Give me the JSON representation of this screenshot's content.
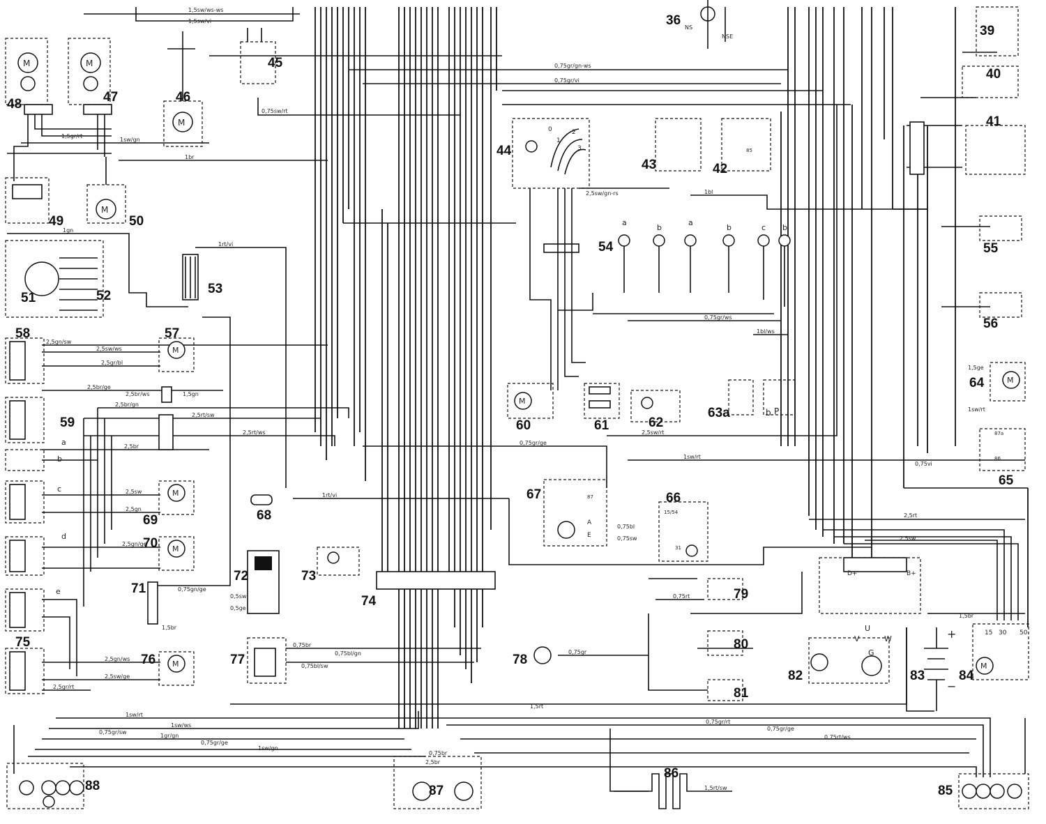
{
  "components": [
    {
      "id": "c36",
      "label": "36"
    },
    {
      "id": "c39",
      "label": "39"
    },
    {
      "id": "c40",
      "label": "40"
    },
    {
      "id": "c41",
      "label": "41"
    },
    {
      "id": "c42",
      "label": "42"
    },
    {
      "id": "c43",
      "label": "43"
    },
    {
      "id": "c44",
      "label": "44"
    },
    {
      "id": "c45",
      "label": "45"
    },
    {
      "id": "c46",
      "label": "46"
    },
    {
      "id": "c47",
      "label": "47"
    },
    {
      "id": "c48",
      "label": "48"
    },
    {
      "id": "c49",
      "label": "49"
    },
    {
      "id": "c50",
      "label": "50"
    },
    {
      "id": "c51",
      "label": "51"
    },
    {
      "id": "c52",
      "label": "52"
    },
    {
      "id": "c53",
      "label": "53"
    },
    {
      "id": "c54",
      "label": "54"
    },
    {
      "id": "c55",
      "label": "55"
    },
    {
      "id": "c56",
      "label": "56"
    },
    {
      "id": "c57",
      "label": "57"
    },
    {
      "id": "c58",
      "label": "58"
    },
    {
      "id": "c59",
      "label": "59"
    },
    {
      "id": "c60",
      "label": "60"
    },
    {
      "id": "c61",
      "label": "61"
    },
    {
      "id": "c62",
      "label": "62"
    },
    {
      "id": "c63a",
      "label": "63a"
    },
    {
      "id": "c64",
      "label": "64"
    },
    {
      "id": "c65",
      "label": "65"
    },
    {
      "id": "c66",
      "label": "66"
    },
    {
      "id": "c67",
      "label": "67"
    },
    {
      "id": "c68",
      "label": "68"
    },
    {
      "id": "c69",
      "label": "69"
    },
    {
      "id": "c70",
      "label": "70"
    },
    {
      "id": "c71",
      "label": "71"
    },
    {
      "id": "c72",
      "label": "72"
    },
    {
      "id": "c73",
      "label": "73"
    },
    {
      "id": "c74",
      "label": "74"
    },
    {
      "id": "c75",
      "label": "75"
    },
    {
      "id": "c76",
      "label": "76"
    },
    {
      "id": "c77",
      "label": "77"
    },
    {
      "id": "c78",
      "label": "78"
    },
    {
      "id": "c79",
      "label": "79"
    },
    {
      "id": "c80",
      "label": "80"
    },
    {
      "id": "c81",
      "label": "81"
    },
    {
      "id": "c82",
      "label": "82"
    },
    {
      "id": "c83",
      "label": "83"
    },
    {
      "id": "c84",
      "label": "84"
    },
    {
      "id": "c85",
      "label": "85"
    },
    {
      "id": "c86",
      "label": "86"
    },
    {
      "id": "c87",
      "label": "87"
    },
    {
      "id": "c88",
      "label": "88"
    }
  ],
  "wire_labels": [
    {
      "id": "w01",
      "text": "1,5sw/ws-ws"
    },
    {
      "id": "w02",
      "text": "1,5sw/vi"
    },
    {
      "id": "w03",
      "text": "0,75gr/gn-ws"
    },
    {
      "id": "w04",
      "text": "0,75gr/vi"
    },
    {
      "id": "w05",
      "text": "0,75sw/rt"
    },
    {
      "id": "w06",
      "text": "1sw/gn"
    },
    {
      "id": "w07",
      "text": "1,5gr/rt"
    },
    {
      "id": "w08",
      "text": "1br"
    },
    {
      "id": "w09",
      "text": "1gn"
    },
    {
      "id": "w10",
      "text": "1rt/vi"
    },
    {
      "id": "w11",
      "text": "2,5gn/sw"
    },
    {
      "id": "w12",
      "text": "2,5sw/ws"
    },
    {
      "id": "w13",
      "text": "2,5gr/bl"
    },
    {
      "id": "w14",
      "text": "2,5br/ge"
    },
    {
      "id": "w15",
      "text": "2,5br/ws"
    },
    {
      "id": "w16",
      "text": "1,5gn"
    },
    {
      "id": "w17",
      "text": "2,5br/gn"
    },
    {
      "id": "w18",
      "text": "2,5rt/sw"
    },
    {
      "id": "w19",
      "text": "2,5rt/ws"
    },
    {
      "id": "w20",
      "text": "2,5br"
    },
    {
      "id": "w21",
      "text": "2,5sw"
    },
    {
      "id": "w22",
      "text": "2,5gn"
    },
    {
      "id": "w23",
      "text": "2,5gn/ge"
    },
    {
      "id": "w24",
      "text": "1rt/vi"
    },
    {
      "id": "w25",
      "text": "0,75gn/ge"
    },
    {
      "id": "w26",
      "text": "0,5sw"
    },
    {
      "id": "w27",
      "text": "0,5ge"
    },
    {
      "id": "w28",
      "text": "1,5br"
    },
    {
      "id": "w29",
      "text": "2,5gn/ws"
    },
    {
      "id": "w30",
      "text": "2,5sw/ge"
    },
    {
      "id": "w31",
      "text": "2,5gr/rt"
    },
    {
      "id": "w32",
      "text": "0,75br"
    },
    {
      "id": "w33",
      "text": "0,75bl/gn"
    },
    {
      "id": "w34",
      "text": "0,75bl/sw"
    },
    {
      "id": "w35",
      "text": "2,5sw/gn-rs"
    },
    {
      "id": "w36",
      "text": "1bl"
    },
    {
      "id": "w37",
      "text": "0,75gr/ws"
    },
    {
      "id": "w38",
      "text": "1bl/ws"
    },
    {
      "id": "w39",
      "text": "0,75gr/ge"
    },
    {
      "id": "w40",
      "text": "2,5sw/rt"
    },
    {
      "id": "w41",
      "text": "1sw/rt"
    },
    {
      "id": "w42",
      "text": "0,75bl"
    },
    {
      "id": "w43",
      "text": "0,75sw"
    },
    {
      "id": "w44",
      "text": "0,75rt"
    },
    {
      "id": "w45",
      "text": "0,75gr"
    },
    {
      "id": "w46",
      "text": "1,5rt"
    },
    {
      "id": "w47",
      "text": "1sw/ws"
    },
    {
      "id": "w48",
      "text": "0,75gr/sw"
    },
    {
      "id": "w49",
      "text": "1gr/gn"
    },
    {
      "id": "w50",
      "text": "0,75gr/ge"
    },
    {
      "id": "w51",
      "text": "1sw/rt"
    },
    {
      "id": "w52",
      "text": "1sw/gn"
    },
    {
      "id": "w53",
      "text": "0,75gr/rt"
    },
    {
      "id": "w54",
      "text": "0,75gr/ge"
    },
    {
      "id": "w55",
      "text": "0,75rt/ws"
    },
    {
      "id": "w56",
      "text": "0,75br"
    },
    {
      "id": "w57",
      "text": "2,5br"
    },
    {
      "id": "w58",
      "text": "1,5rt/sw"
    },
    {
      "id": "w59",
      "text": "0,75vi"
    },
    {
      "id": "w60",
      "text": "2,5rt"
    },
    {
      "id": "w61",
      "text": "2,5sw"
    },
    {
      "id": "w62",
      "text": "1,5br"
    },
    {
      "id": "w63",
      "text": "1,5ge"
    },
    {
      "id": "w64",
      "text": "1sw/rt"
    }
  ],
  "pin_labels": [
    {
      "id": "p_a1",
      "text": "a"
    },
    {
      "id": "p_b1",
      "text": "b"
    },
    {
      "id": "p_c1",
      "text": "c"
    },
    {
      "id": "p_d1",
      "text": "d"
    },
    {
      "id": "p_e1",
      "text": "e"
    },
    {
      "id": "p54a",
      "text": "a"
    },
    {
      "id": "p54b",
      "text": "b"
    },
    {
      "id": "p54a2",
      "text": "a"
    },
    {
      "id": "p54b2",
      "text": "b"
    },
    {
      "id": "p54c",
      "text": "c"
    },
    {
      "id": "p54b3",
      "text": "b"
    },
    {
      "id": "p63b",
      "text": "b"
    },
    {
      "id": "p63p",
      "text": "P"
    },
    {
      "id": "pNS",
      "text": "NS"
    },
    {
      "id": "pNSE",
      "text": "NSE"
    },
    {
      "id": "pU",
      "text": "U"
    },
    {
      "id": "pV",
      "text": "V"
    },
    {
      "id": "pW",
      "text": "W"
    },
    {
      "id": "pG",
      "text": "G"
    },
    {
      "id": "pBplus",
      "text": "B+"
    },
    {
      "id": "pDplus",
      "text": "D+"
    },
    {
      "id": "pPlus",
      "text": "+"
    },
    {
      "id": "pMinus",
      "text": "−"
    },
    {
      "id": "p30",
      "text": "30"
    },
    {
      "id": "p50",
      "text": "50"
    },
    {
      "id": "p15",
      "text": "15"
    },
    {
      "id": "p1554",
      "text": "15/54"
    },
    {
      "id": "p87",
      "text": "87"
    },
    {
      "id": "p31",
      "text": "31"
    },
    {
      "id": "pA",
      "text": "A"
    },
    {
      "id": "pE",
      "text": "E"
    },
    {
      "id": "p87a",
      "text": "87a"
    },
    {
      "id": "p86",
      "text": "86"
    },
    {
      "id": "p85",
      "text": "85"
    },
    {
      "id": "p0",
      "text": "0"
    },
    {
      "id": "p1",
      "text": "1"
    },
    {
      "id": "p2",
      "text": "2"
    },
    {
      "id": "p3",
      "text": "3"
    }
  ]
}
